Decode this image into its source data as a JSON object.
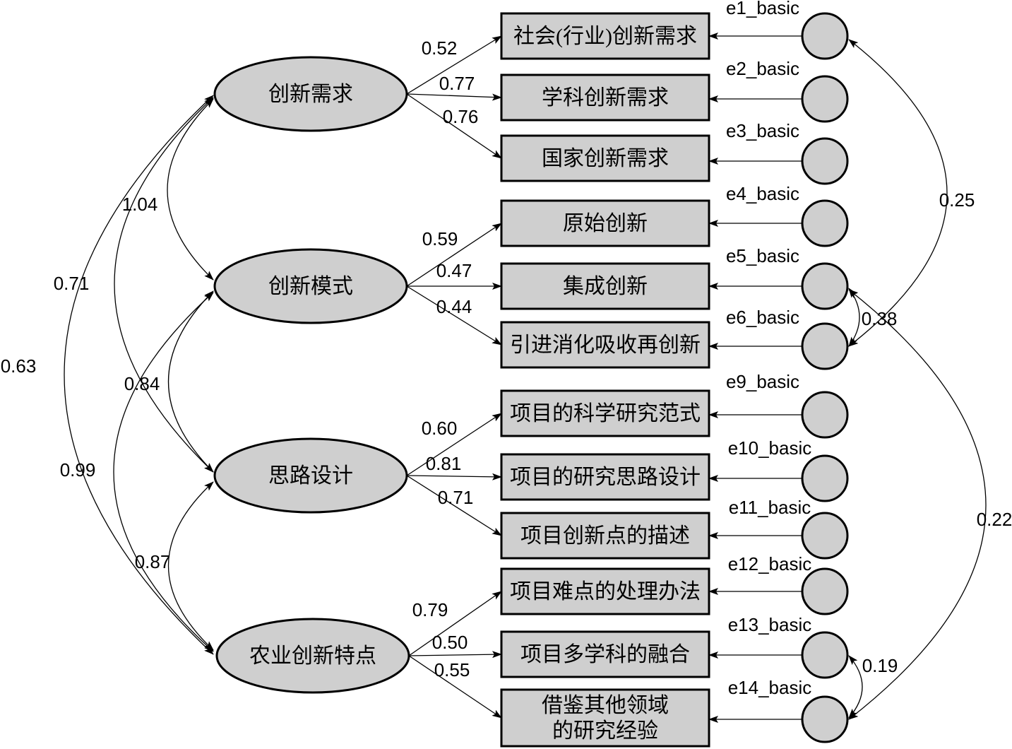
{
  "latents": [
    {
      "id": "L1",
      "label": "创新需求"
    },
    {
      "id": "L2",
      "label": "创新模式"
    },
    {
      "id": "L3",
      "label": "思路设计"
    },
    {
      "id": "L4",
      "label": "农业创新特点"
    }
  ],
  "observed": [
    {
      "id": "O1",
      "latent": "L1",
      "lines": [
        "社会(行业)创新需求"
      ],
      "loading": "0.52",
      "error": "e1_basic"
    },
    {
      "id": "O2",
      "latent": "L1",
      "lines": [
        "学科创新需求"
      ],
      "loading": "0.77",
      "error": "e2_basic"
    },
    {
      "id": "O3",
      "latent": "L1",
      "lines": [
        "国家创新需求"
      ],
      "loading": "0.76",
      "error": "e3_basic"
    },
    {
      "id": "O4",
      "latent": "L2",
      "lines": [
        "原始创新"
      ],
      "loading": "0.59",
      "error": "e4_basic"
    },
    {
      "id": "O5",
      "latent": "L2",
      "lines": [
        "集成创新"
      ],
      "loading": "0.47",
      "error": "e5_basic"
    },
    {
      "id": "O6",
      "latent": "L2",
      "lines": [
        "引进消化吸收再创新"
      ],
      "loading": "0.44",
      "error": "e6_basic"
    },
    {
      "id": "O7",
      "latent": "L3",
      "lines": [
        "项目的科学研究范式"
      ],
      "loading": "0.60",
      "error": "e9_basic"
    },
    {
      "id": "O8",
      "latent": "L3",
      "lines": [
        "项目的研究思路设计"
      ],
      "loading": "0.81",
      "error": "e10_basic"
    },
    {
      "id": "O9",
      "latent": "L3",
      "lines": [
        "项目创新点的描述"
      ],
      "loading": "0.71",
      "error": "e11_basic"
    },
    {
      "id": "O10",
      "latent": "L4",
      "lines": [
        "项目难点的处理办法"
      ],
      "loading": "0.79",
      "error": "e12_basic"
    },
    {
      "id": "O11",
      "latent": "L4",
      "lines": [
        "项目多学科的融合"
      ],
      "loading": "0.50",
      "error": "e13_basic"
    },
    {
      "id": "O12",
      "latent": "L4",
      "lines": [
        "借鉴其他领域",
        "的研究经验"
      ],
      "loading": "0.55",
      "error": "e14_basic"
    }
  ],
  "latent_covariances": [
    {
      "from": "L1",
      "to": "L2",
      "value": "1.04"
    },
    {
      "from": "L1",
      "to": "L3",
      "value": "0.71"
    },
    {
      "from": "L1",
      "to": "L4",
      "value": "0.63"
    },
    {
      "from": "L2",
      "to": "L3",
      "value": "0.84"
    },
    {
      "from": "L2",
      "to": "L4",
      "value": "0.99"
    },
    {
      "from": "L3",
      "to": "L4",
      "value": "0.87"
    }
  ],
  "error_covariances": [
    {
      "from": "e1_basic",
      "to": "e6_basic",
      "value": "0.25"
    },
    {
      "from": "e5_basic",
      "to": "e6_basic",
      "value": "0.38"
    },
    {
      "from": "e5_basic",
      "to": "e14_basic",
      "value": "0.22"
    },
    {
      "from": "e13_basic",
      "to": "e14_basic",
      "value": "0.19"
    }
  ]
}
